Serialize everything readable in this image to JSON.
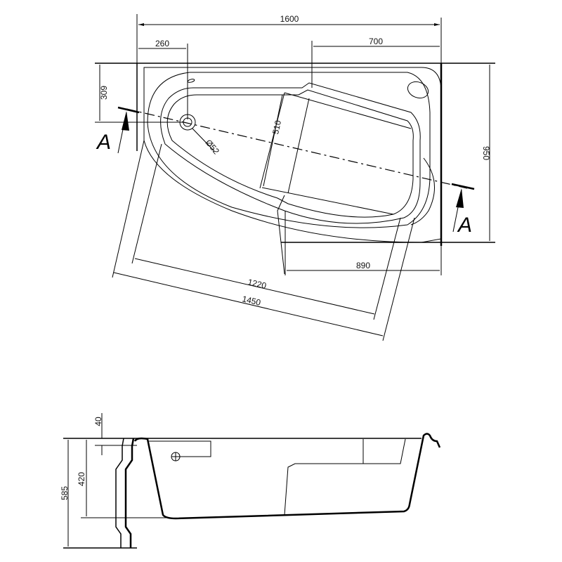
{
  "drawing": {
    "subject": "Asymmetric corner bathtub technical drawing",
    "top_view": {
      "dimensions": {
        "overall_length": "1600",
        "drain_offset": "260",
        "backrest_length": "700",
        "drain_depth_offset": "309",
        "overall_width": "950",
        "inner_width": "510",
        "front_offset": "890",
        "inner_length": "1220",
        "outer_length": "1450",
        "drain_diameter": "Ø52"
      },
      "section_marks": [
        "A",
        "A"
      ]
    },
    "side_view": {
      "dimensions": {
        "rim_thickness": "40",
        "inner_depth": "420",
        "total_height": "585"
      }
    }
  }
}
